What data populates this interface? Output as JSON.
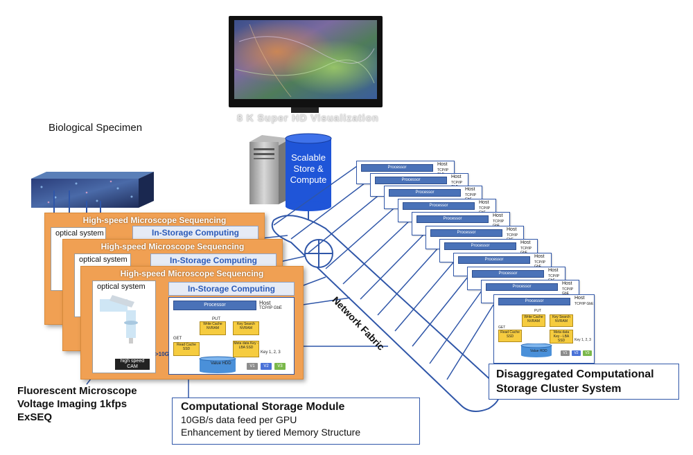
{
  "labels": {
    "biological_specimen": "Biological Specimen",
    "visualization": "8 K Super HD Visualization",
    "store_line1": "Scalable",
    "store_line2": "Store &",
    "store_line3": "Compute",
    "network_fabric": "Network Fabric",
    "fm_line1": "Fluorescent Microscope",
    "fm_line2": "Voltage Imaging 1kfps",
    "fm_line3": "ExSEQ"
  },
  "panels": {
    "title": "High-speed Microscope Sequencing",
    "optical_system": "optical system",
    "in_storage": "In-Storage Computing",
    "camera_line1": "high speed",
    "camera_line2": "CAM",
    "feed_label": ">10G"
  },
  "module": {
    "processor": "Processor",
    "host": "Host",
    "tcp": "TCP/IP GbE",
    "put": "PUT",
    "get": "GET",
    "write_cache": "Write Cache NVRAM",
    "key_search": "Key Search NVRAM",
    "read_cache": "Read Cache SSD",
    "meta": "Meta data Key - LBA SSD",
    "value": "Value HDD",
    "keys": "Key 1, 2, 3",
    "v1": "V1",
    "v2": "V2",
    "v3": "V3"
  },
  "csm": {
    "title": "Computational Storage Module",
    "line1": "10GB/s data feed per GPU",
    "line2": "Enhancement by tiered Memory Structure"
  },
  "dcs": {
    "line1": "Disaggregated Computational",
    "line2": "Storage Cluster System"
  },
  "colors": {
    "panel_orange": "#f0a053",
    "fabric_blue": "#2f56a8",
    "processor_blue": "#4a72b8",
    "cache_yellow": "#f6cc3f",
    "store_blue": "#1f55d8"
  }
}
